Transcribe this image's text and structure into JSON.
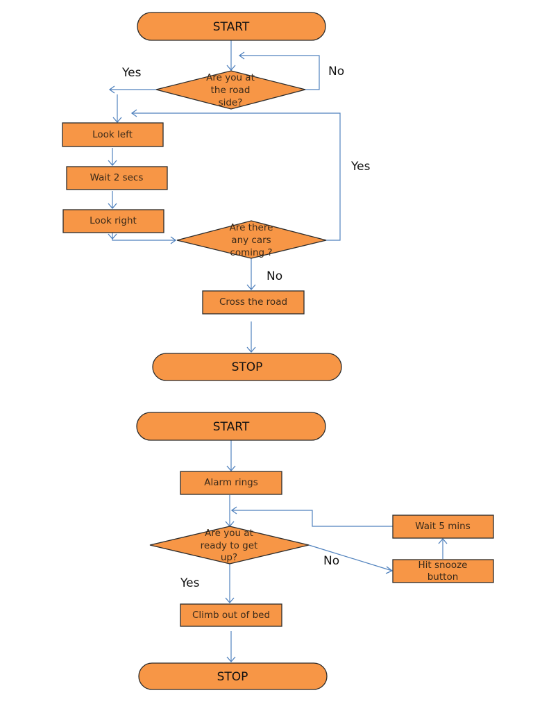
{
  "flowchart_1": {
    "start": "START",
    "q_roadside": [
      "Are you at",
      "the road",
      "side?"
    ],
    "look_left": "Look left",
    "wait_2": "Wait 2 secs",
    "look_right": "Look right",
    "q_cars": [
      "Are there",
      "any cars",
      "coming ?"
    ],
    "cross": "Cross the road",
    "stop": "STOP",
    "labels": {
      "roadside_yes": "Yes",
      "roadside_no": "No",
      "cars_yes": "Yes",
      "cars_no": "No"
    }
  },
  "flowchart_2": {
    "start": "START",
    "alarm": "Alarm rings",
    "q_ready": [
      "Are you at",
      "ready to get",
      "up?"
    ],
    "snooze": [
      "Hit snooze",
      "button"
    ],
    "wait_5": "Wait 5 mins",
    "climb": "Climb out of bed",
    "stop": "STOP",
    "labels": {
      "ready_yes": "Yes",
      "ready_no": "No"
    }
  },
  "colors": {
    "shape_fill": "#f79646",
    "connector": "#4f81bd",
    "outline": "#2b2b2b"
  }
}
